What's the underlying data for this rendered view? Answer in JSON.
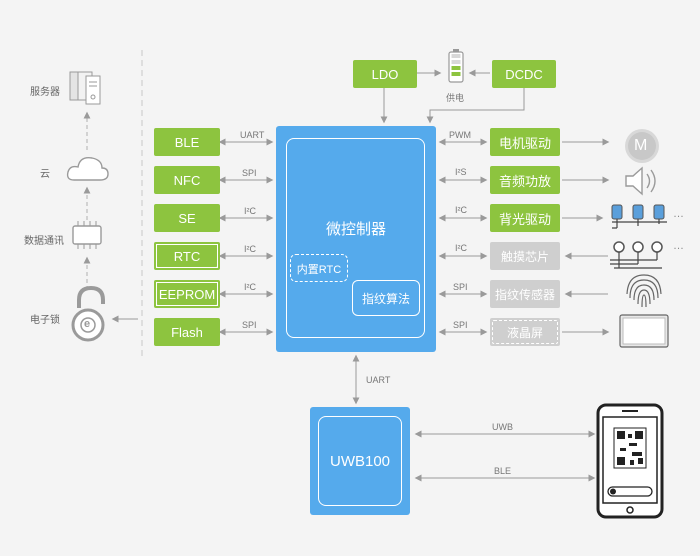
{
  "mcu": {
    "title": "微控制器",
    "rtc": "内置RTC",
    "algo": "指纹算法"
  },
  "uwb": {
    "title": "UWB100",
    "bus": "UART",
    "links": [
      "UWB",
      "BLE"
    ]
  },
  "power": {
    "ldo": "LDO",
    "dcdc": "DCDC",
    "supply": "供电"
  },
  "left_modules": [
    {
      "label": "BLE",
      "bus": "UART"
    },
    {
      "label": "NFC",
      "bus": "SPI"
    },
    {
      "label": "SE",
      "bus": "I²C"
    },
    {
      "label": "RTC",
      "bus": "I²C"
    },
    {
      "label": "EEPROM",
      "bus": "I²C"
    },
    {
      "label": "Flash",
      "bus": "SPI"
    }
  ],
  "right_modules": [
    {
      "label": "电机驱动",
      "bus": "PWM"
    },
    {
      "label": "音频功放",
      "bus": "I²S"
    },
    {
      "label": "背光驱动",
      "bus": "I²C"
    },
    {
      "label": "触摸芯片",
      "bus": "I²C"
    },
    {
      "label": "指纹传感器",
      "bus": "SPI"
    },
    {
      "label": "液晶屏",
      "bus": "SPI"
    }
  ],
  "motor_letter": "M",
  "ellipsis": "…",
  "side_chain": [
    "服务器",
    "云",
    "数据通讯",
    "电子锁"
  ],
  "colors": {
    "green": "#8dc43f",
    "blue": "#55aaec",
    "gray": "#cfcfcf",
    "line": "#aaaaaa"
  }
}
